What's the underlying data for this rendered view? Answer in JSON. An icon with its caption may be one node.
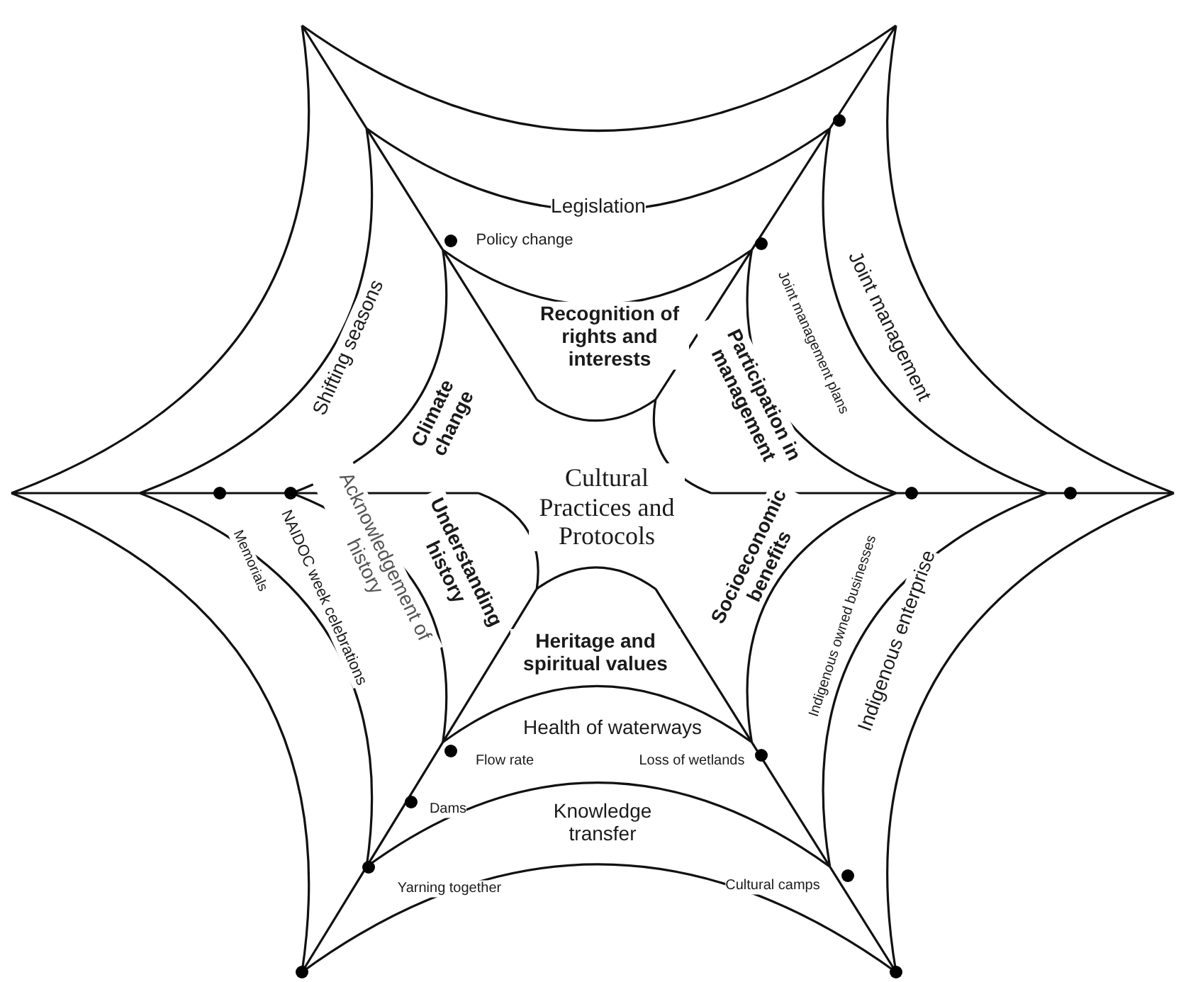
{
  "diagram": {
    "nodes": [
      {
        "text": [
          "Cultural Practices and Protocols"
        ]
      }
    ],
    "labels": [
      "Legislation",
      "Policy change",
      "Shifting seasons",
      "Joint management plans",
      "Joint management",
      "Recognition of rights and interests",
      "Climate change",
      "Participation in management",
      "Memorials",
      "NAIDOC week celebrations",
      "Acknowledgement of history",
      "Understanding history",
      "Socioeconomic benefits",
      "Indigenous owned businesses",
      "Indigenous enterprise",
      "Heritage and spiritual values",
      "Health of waterways",
      "Flow rate",
      "Loss of wetlands",
      "Dams",
      "Knowledge transfer",
      "Yarning together",
      "Cultural camps"
    ]
  }
}
